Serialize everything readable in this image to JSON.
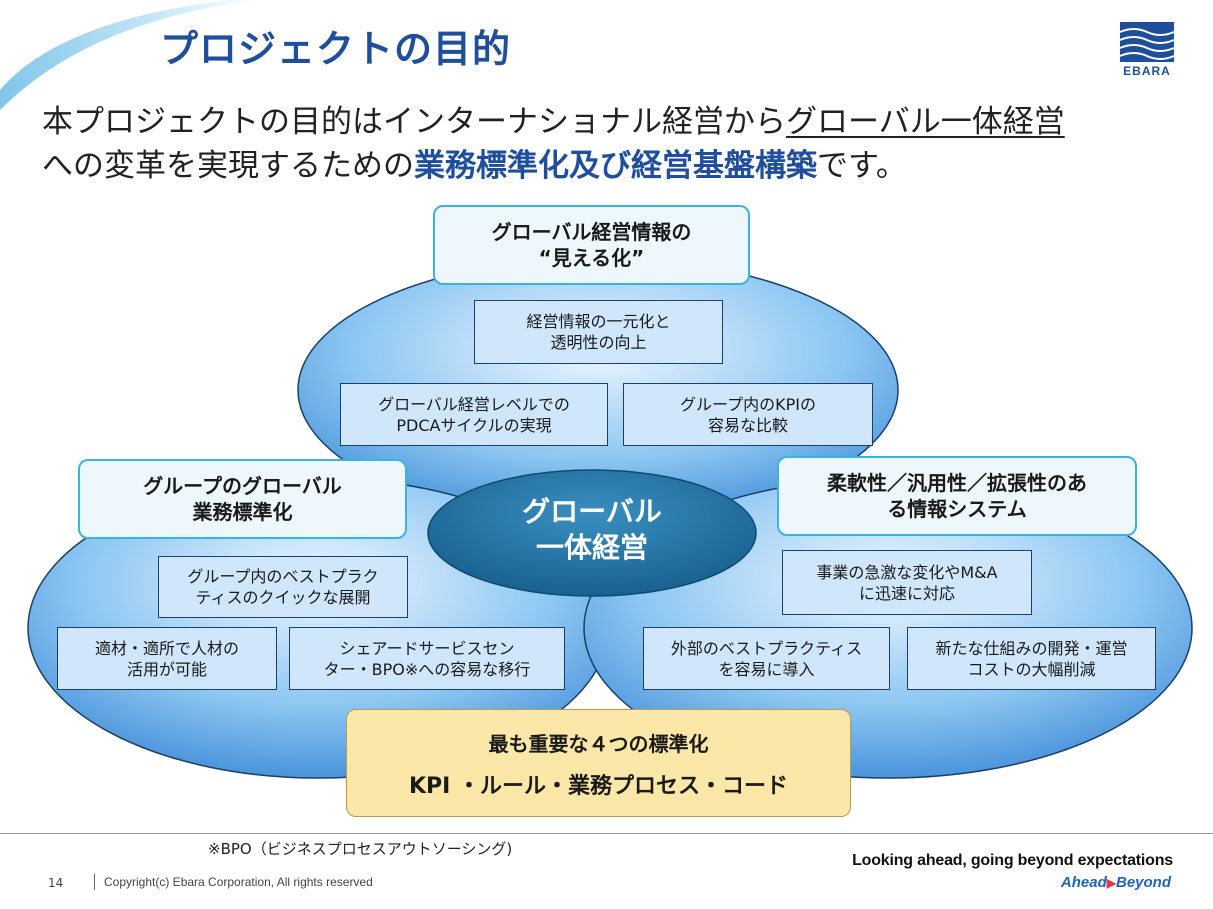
{
  "slide": {
    "title": "プロジェクトの目的",
    "logo_text": "EBARA"
  },
  "intro": {
    "part1": "本プロジェクトの目的はインターナショナル経営から",
    "underlined": "グローバル一体経営",
    "part2": "への変革を実現するための",
    "highlight": "業務標準化及び経営基盤構築",
    "part3": "です。"
  },
  "diagram": {
    "center": {
      "line1": "グローバル",
      "line2": "一体経営"
    },
    "top": {
      "header": {
        "line1": "グローバル経営情報の",
        "line2": "“見える化”"
      },
      "boxes": [
        {
          "line1": "経営情報の一元化と",
          "line2": "透明性の向上"
        },
        {
          "line1": "グローバル経営レベルでの",
          "line2": "PDCAサイクルの実現"
        },
        {
          "line1": "グループ内のKPIの",
          "line2": "容易な比較"
        }
      ]
    },
    "left": {
      "header": {
        "line1": "グループのグローバル",
        "line2": "業務標準化"
      },
      "boxes": [
        {
          "line1": "グループ内のベストプラク",
          "line2": "ティスのクイックな展開"
        },
        {
          "line1": "適材・適所で人材の",
          "line2": "活用が可能"
        },
        {
          "line1": "シェアードサービスセン",
          "line2": "ター・BPO※への容易な移行"
        }
      ]
    },
    "right": {
      "header": {
        "line1": "柔軟性／汎用性／拡張性のあ",
        "line2": "る情報システム"
      },
      "boxes": [
        {
          "line1": "事業の急激な変化やM&A",
          "line2": "に迅速に対応"
        },
        {
          "line1": "外部のベストプラクティス",
          "line2": "を容易に導入"
        },
        {
          "line1": "新たな仕組みの開発・運営",
          "line2": "コストの大幅削減"
        }
      ]
    },
    "standardization": {
      "title": "最も重要な４つの標準化",
      "items": "KPI ・ルール・業務プロセス・コード"
    }
  },
  "footer": {
    "footnote": "※BPO（ビジネスプロセスアウトソーシング)",
    "page_number": "14",
    "copyright": "Copyright(c) Ebara Corporation, All rights reserved",
    "tagline": "Looking ahead, going beyond expectations",
    "brand_left": "Ahead",
    "brand_arrow": "▶",
    "brand_right": "Beyond"
  },
  "colors": {
    "title_blue": "#1f4e9c",
    "header_border": "#39b4e0",
    "info_box_fill": "#cfe6fb",
    "center_ellipse": "#1b6a99",
    "standardization_fill": "#fbe8a8"
  }
}
